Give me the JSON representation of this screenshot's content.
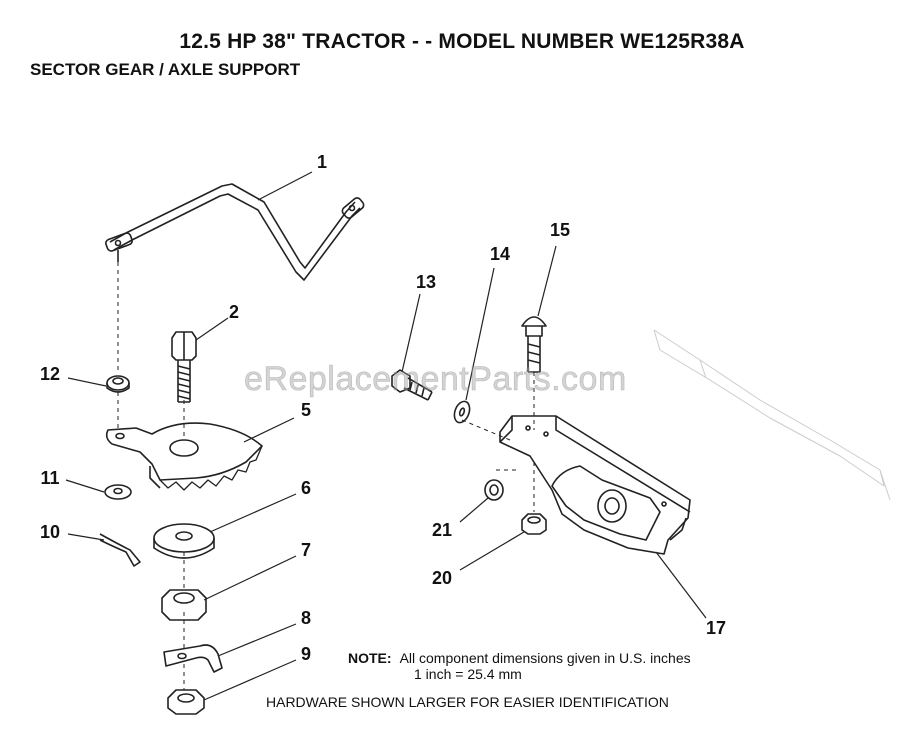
{
  "header": {
    "title": "12.5 HP 38\" TRACTOR - - MODEL NUMBER WE125R38A",
    "subtitle": "SECTOR GEAR / AXLE SUPPORT"
  },
  "watermark": "eReplacementParts.com",
  "callouts": {
    "c1": "1",
    "c2": "2",
    "c5": "5",
    "c6": "6",
    "c7": "7",
    "c8": "8",
    "c9": "9",
    "c10": "10",
    "c11": "11",
    "c12": "12",
    "c13": "13",
    "c14": "14",
    "c15": "15",
    "c17": "17",
    "c20": "20",
    "c21": "21"
  },
  "note": {
    "label": "NOTE:",
    "line1": "All component dimensions given in U.S. inches",
    "line2": "1 inch = 25.4 mm"
  },
  "footer": "HARDWARE SHOWN LARGER FOR EASIER IDENTIFICATION"
}
